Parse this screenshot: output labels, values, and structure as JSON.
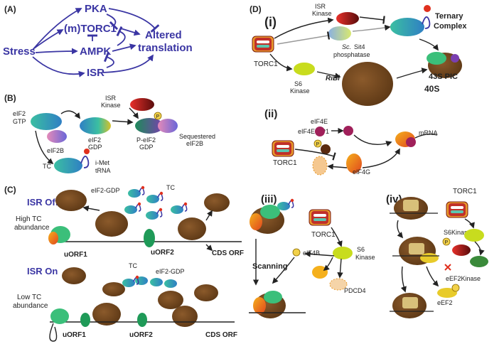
{
  "panel_A": {
    "label": "(A)",
    "nodes": {
      "stress": "Stress",
      "pka": "PKA",
      "torc1": "(m)TORC1",
      "ampk": "AMPK",
      "isr": "ISR",
      "altered1": "Altered",
      "altered2": "translation"
    }
  },
  "panel_B": {
    "label": "(B)",
    "isr_kinase_1": "ISR",
    "isr_kinase_2": "Kinase",
    "eif2_gtp_1": "eIF2",
    "eif2_gtp_2": "GTP",
    "eif2_gdp_1": "eIF2",
    "eif2_gdp_2": "GDP",
    "p_eif2_1": "P-eIF2",
    "p_eif2_2": "GDP",
    "p_badge": "P",
    "seq_1": "Sequestered",
    "seq_2": "eIF2B",
    "eif2b": "eIF2B",
    "tc": "TC",
    "imet_1": "i-Met",
    "imet_2": "tRNA"
  },
  "panel_C": {
    "label": "(C)",
    "isr_off": "ISR Off",
    "isr_on": "ISR On",
    "high_tc_1": "High TC",
    "high_tc_2": "abundance",
    "low_tc_1": "Low TC",
    "low_tc_2": "abundance",
    "eif2gdp_top": "eIF2-GDP",
    "tc_top": "TC",
    "tc_bottom": "TC",
    "eif2gdp_bottom": "eIF2-GDP",
    "uorf1_top": "uORF1",
    "uorf2_top": "uORF2",
    "cds_top": "CDS ORF",
    "uorf1_bottom": "uORF1",
    "uorf2_bottom": "uORF2",
    "cds_bottom": "CDS ORF"
  },
  "panel_D": {
    "label": "(D)",
    "i": {
      "label": "(i)",
      "isr_kinase_1": "ISR",
      "isr_kinase_2": "Kinase",
      "ternary_1": "Ternary",
      "ternary_2": "Complex",
      "torc1": "TORC1",
      "sit4_sc": "Sc.",
      "sit4_name": "Sit4",
      "sit4_2": "phosphatase",
      "s6_1": "S6",
      "s6_2": "Kinase",
      "ribi": "RiBi",
      "pic": "43S PIC",
      "forty_s": "40S"
    },
    "ii": {
      "label": "(ii)",
      "eif4e": "eIF4E",
      "eif4ebp1": "eIF4E-BP1",
      "p_badge": "P",
      "mrna": "mRNA",
      "torc1": "TORC1",
      "eif4g": "eIF4G"
    },
    "iii": {
      "label": "(iii)",
      "torc1": "TORC1",
      "eif4b": "eIF4B",
      "s6_1": "S6",
      "s6_2": "Kinase",
      "scanning": "Scanning",
      "pdcd4": "PDCD4"
    },
    "iv": {
      "label": "(iv)",
      "torc1": "TORC1",
      "s6kinase": "S6Kinase",
      "eef2kinase": "eEF2Kinase",
      "eef2": "eEF2",
      "p_badge": "P"
    }
  },
  "colors": {
    "arrow_blue": "#3a35a3",
    "ribosome_brown": "#7a4a22",
    "torc1_red": "#c0302a",
    "kinase_green": "#c8dc1e",
    "eif2_teal": "#3fb6a8"
  }
}
